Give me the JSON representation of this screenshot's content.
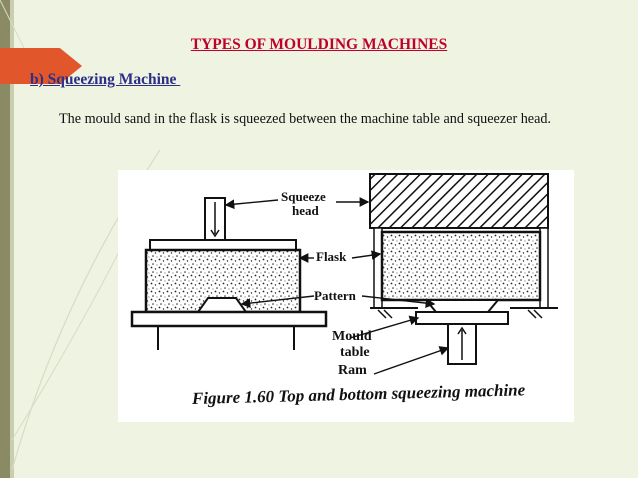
{
  "slide": {
    "title": "TYPES OF MOULDING MACHINES",
    "subtitle": "b) Squeezing Machine ",
    "body": "The mould sand in the flask is squeezed between the machine table and squeezer head."
  },
  "figure": {
    "labels": {
      "squeeze": "Squeeze",
      "head": "head",
      "flask": "Flask",
      "pattern": "Pattern",
      "mould": "Mould",
      "table": "table",
      "ram": "Ram"
    },
    "caption": "Figure 1.60 Top and bottom squeezing machine"
  },
  "colors": {
    "title": "#c0002a",
    "subtitle": "#2b2f86",
    "accent_tab": "#e2562c",
    "background": "#eff3e2"
  }
}
